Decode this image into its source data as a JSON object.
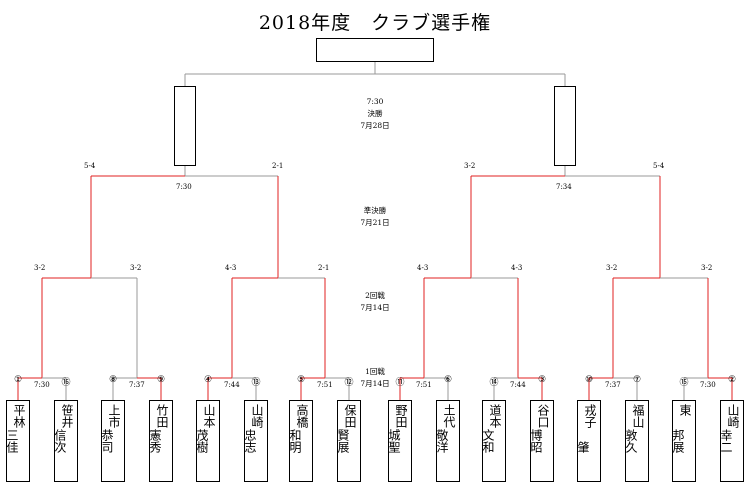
{
  "title": "2018年度　クラブ選手権",
  "rounds": {
    "final": {
      "time": "7:30",
      "name": "決勝",
      "date": "7月28日"
    },
    "semifinal": {
      "name": "準決勝",
      "date": "7月21日"
    },
    "round2": {
      "name": "2回戦",
      "date": "7月14日"
    },
    "round1": {
      "name": "1回戦",
      "date": "7月14日"
    }
  },
  "final_scores": {
    "left_outer": "5-4",
    "left_inner": "2-1",
    "right_inner": "3-2",
    "right_outer": "5-4"
  },
  "semifinal_times": {
    "left": "7:30",
    "right": "7:34"
  },
  "round2_scores": [
    "3-2",
    "3-2",
    "4-3",
    "2-1",
    "4-3",
    "4-3",
    "3-2",
    "3-2"
  ],
  "round1_times": [
    "7:30",
    "7:37",
    "7:44",
    "7:51",
    "7:51",
    "7:44",
    "7:37",
    "7:30"
  ],
  "players": [
    {
      "seed": "①",
      "col1": "平林",
      "col2": "三佳"
    },
    {
      "seed": "⑯",
      "col1": "笹井",
      "col2": "信次"
    },
    {
      "seed": "⑧",
      "col1": "上市",
      "col2": "恭司"
    },
    {
      "seed": "⑨",
      "col1": "竹田",
      "col2": "憲秀"
    },
    {
      "seed": "④",
      "col1": "山本",
      "col2": "茂樹"
    },
    {
      "seed": "⑬",
      "col1": "山崎",
      "col2": "忠志"
    },
    {
      "seed": "⑤",
      "col1": "高橋",
      "col2": "和明"
    },
    {
      "seed": "⑫",
      "col1": "保田",
      "col2": "賢展"
    },
    {
      "seed": "⑪",
      "col1": "野田",
      "col2": "城聖"
    },
    {
      "seed": "⑥",
      "col1": "土代",
      "col2": "敬洋"
    },
    {
      "seed": "⑭",
      "col1": "道本",
      "col2": "文和"
    },
    {
      "seed": "③",
      "col1": "谷口",
      "col2": "博昭"
    },
    {
      "seed": "⑩",
      "col1": "戎子",
      "col2": "　肇"
    },
    {
      "seed": "⑦",
      "col1": "福山",
      "col2": "敦久"
    },
    {
      "seed": "⑮",
      "col1": "東　",
      "col2": "邦展"
    },
    {
      "seed": "②",
      "col1": "山崎",
      "col2": "幸二"
    }
  ],
  "colors": {
    "winner_line": "#e02020",
    "line": "#999999",
    "box_border": "#000000"
  }
}
